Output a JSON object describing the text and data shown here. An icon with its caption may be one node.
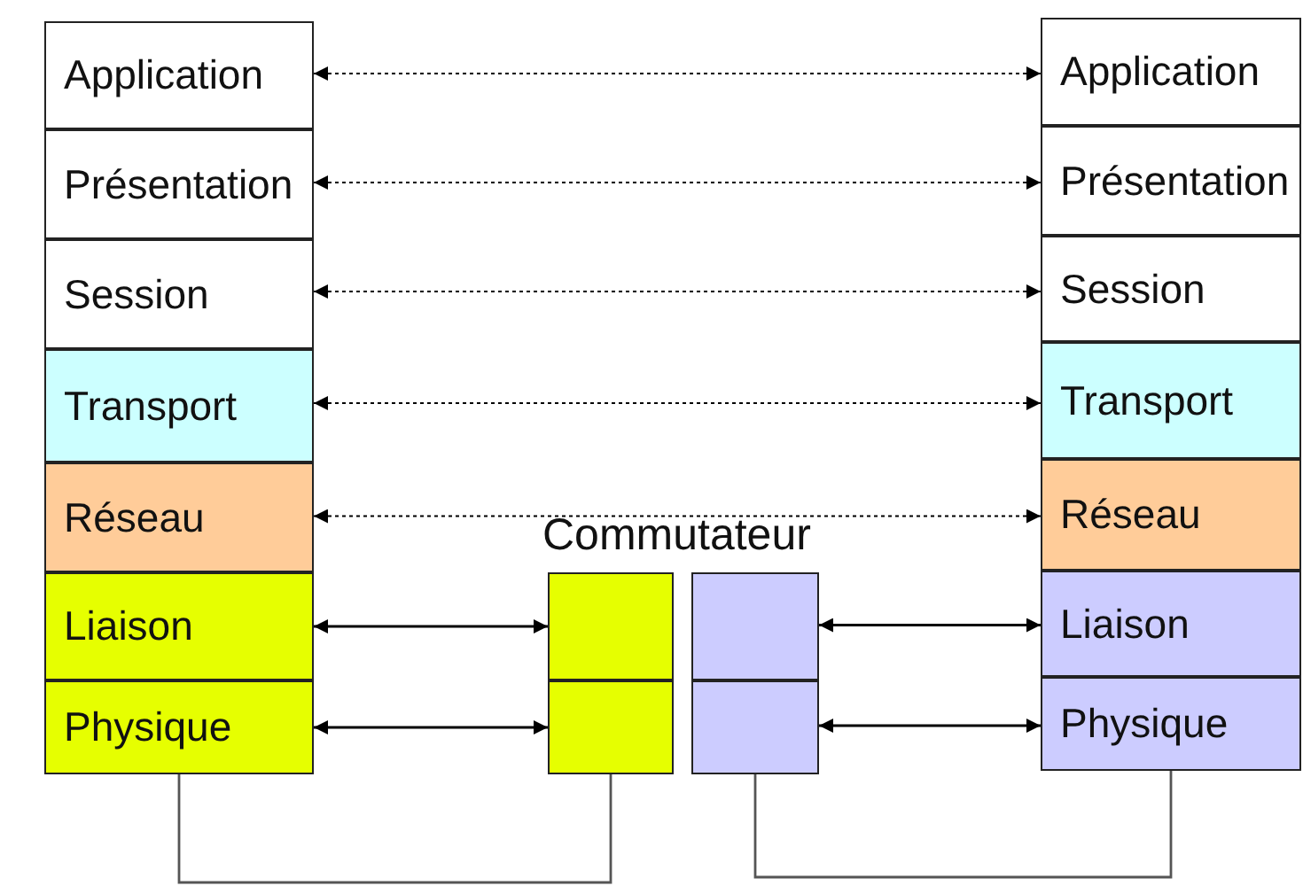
{
  "diagram": {
    "nodes": [
      {
        "text": [
          "Application"
        ]
      },
      {
        "text": [
          "Présentation"
        ]
      },
      {
        "text": [
          "Session"
        ]
      },
      {
        "text": [
          "Transport"
        ]
      },
      {
        "text": [
          "Réseau"
        ]
      },
      {
        "text": [
          "Liaison"
        ]
      },
      {
        "text": [
          "Physique"
        ]
      },
      {
        "text": [],
        "shape": "box"
      },
      {
        "text": [],
        "shape": "box"
      },
      {
        "text": [],
        "shape": "box"
      },
      {
        "text": [],
        "shape": "box"
      },
      {
        "text": [
          "Application"
        ]
      },
      {
        "text": [
          "Présentation"
        ]
      },
      {
        "text": [
          "Session"
        ]
      },
      {
        "text": [
          "Transport"
        ]
      },
      {
        "text": [
          "Réseau"
        ]
      },
      {
        "text": [
          "Liaison"
        ]
      },
      {
        "text": [
          "Physique"
        ]
      }
    ],
    "edges": [
      {
        "from": 0,
        "to": 11,
        "arrow": "both",
        "style": "dashed"
      },
      {
        "from": 1,
        "to": 12,
        "arrow": "both",
        "style": "dashed"
      },
      {
        "from": 2,
        "to": 13,
        "arrow": "both",
        "style": "dashed"
      },
      {
        "from": 3,
        "to": 14,
        "arrow": "both",
        "style": "dashed"
      },
      {
        "from": 4,
        "to": 15,
        "arrow": "both",
        "style": "dashed"
      },
      {
        "from": 5,
        "to": 7,
        "arrow": "both"
      },
      {
        "from": 6,
        "to": 8,
        "arrow": "both"
      },
      {
        "from": 9,
        "to": 16,
        "arrow": "both"
      },
      {
        "from": 10,
        "to": 17,
        "arrow": "both"
      },
      {
        "from": 6,
        "to": 8,
        "arrow": "none"
      },
      {
        "from": 10,
        "to": 17,
        "arrow": "none"
      }
    ],
    "labels": [
      "Commutateur"
    ]
  }
}
